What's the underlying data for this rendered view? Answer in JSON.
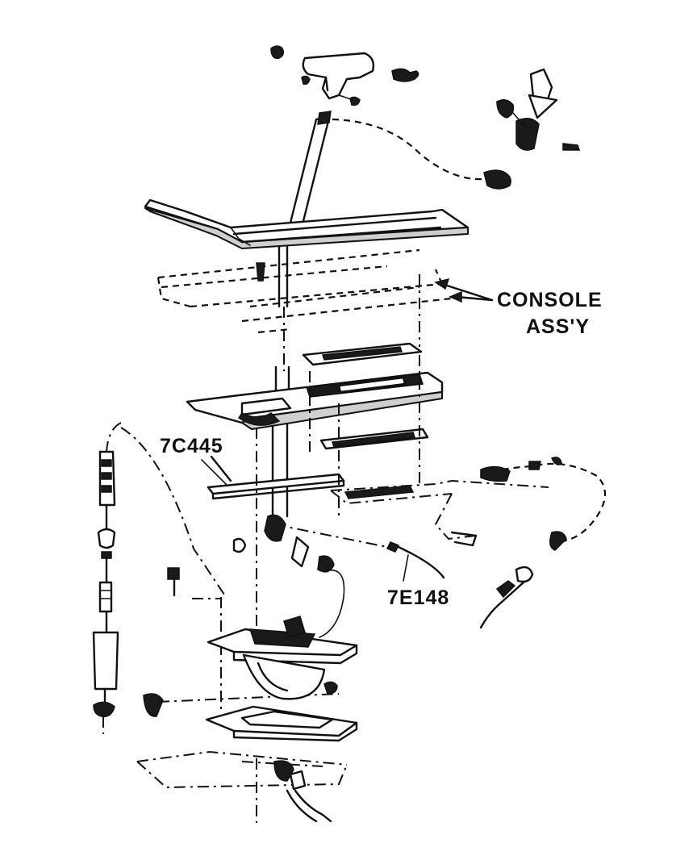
{
  "labels": {
    "console_line1": "CONSOLE",
    "console_line2": "ASS'Y",
    "part_7c445": "7C445",
    "part_7e148": "7E148"
  },
  "colors": {
    "ink": "#111111",
    "background": "#ffffff"
  }
}
